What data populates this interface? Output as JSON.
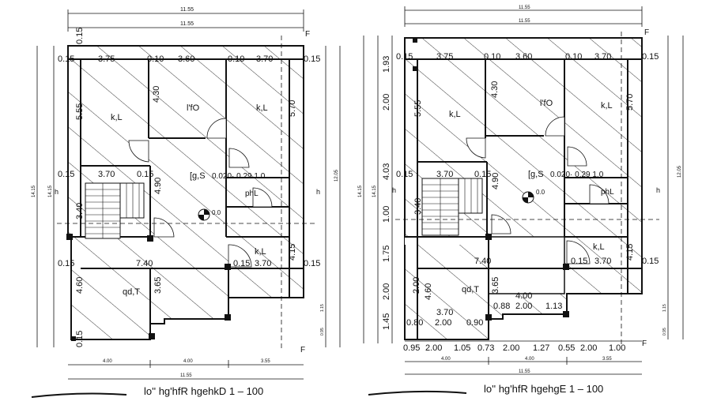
{
  "plans": [
    {
      "id": "ground",
      "title": "lo'' hg'hfR hgehkD 1  –  100",
      "dims_top": [
        "11.55",
        "11.55"
      ],
      "dims_bottom_segments": [
        "4.00",
        "4.00",
        "3.55"
      ],
      "dims_bottom_total": "11.55",
      "dims_left": [
        "14.15",
        "14.15"
      ],
      "dims_right": [
        "12.05",
        "0.95",
        "1.15"
      ],
      "room_dims_row1": [
        "0.15",
        "3.75",
        "0.10",
        "3.60",
        "0.10",
        "3.70",
        "0.15"
      ],
      "room_dims_row2": [
        "0.15",
        "3.70",
        "0.15",
        "7.40",
        "0.15",
        "3.70",
        "0.15"
      ],
      "vertical_dims": [
        "5.55",
        "4.30",
        "5.70",
        "0.15",
        "4.90",
        "3.40",
        "4.60",
        "3.65",
        "4.15",
        "0.15"
      ],
      "rooms": {
        "bedroom_left": "k,L",
        "bedroom_right": "k,L",
        "bedroom_lower_right": "k,L",
        "hall": "l'fO",
        "kitchen": "[g,S",
        "bath": "phL",
        "living": "qd,T"
      },
      "kitchen_dims": "0.020· 0.29 1.0",
      "level": "0.0",
      "section_mark": "h",
      "cut_mark": "F"
    },
    {
      "id": "first",
      "title": "lo'' hg'hfR hgehgE 1  –  100",
      "dims_top": [
        "11.55",
        "11.55"
      ],
      "dims_bottom_segments": [
        "4.00",
        "4.00",
        "3.55"
      ],
      "dims_bottom_total": "11.55",
      "dims_left": [
        "14.15",
        "14.15"
      ],
      "dims_right": [
        "12.05",
        "0.95",
        "1.15"
      ],
      "room_dims_row1": [
        "0.15",
        "3.75",
        "0.10",
        "3.60",
        "0.10",
        "3.70",
        "0.15"
      ],
      "room_dims_row2": [
        "0.15",
        "3.70",
        "0.15",
        "7.40",
        "0.15",
        "3.70",
        "0.15"
      ],
      "left_chain": [
        "1.93",
        "2.00",
        "4.03",
        "1.00",
        "1.75",
        "2.00",
        "1.45"
      ],
      "bottom_chain": [
        "0.95",
        "2.00",
        "1.05",
        "0.73",
        "2.00",
        "1.27",
        "0.55",
        "2.00",
        "1.00"
      ],
      "balcony_dims": [
        "4.00",
        "0.88",
        "2.00",
        "1.13"
      ],
      "lower_dims": [
        "3.70",
        "0.80",
        "2.00",
        "0.90"
      ],
      "vertical_dims": [
        "5.55",
        "4.30",
        "5.70",
        "4.90",
        "3.40",
        "4.60",
        "3.65",
        "4.15",
        "2.00"
      ],
      "rooms": {
        "bedroom_left": "k,L",
        "bedroom_right": "k,L",
        "bedroom_lower_right": "k,L",
        "hall": "l'fO",
        "kitchen": "[g,S",
        "bath": "phL",
        "living": "qd,T"
      },
      "kitchen_dims": "0.020· 0.29 1.0",
      "level": "0.0",
      "section_mark": "h",
      "cut_mark": "F"
    }
  ]
}
